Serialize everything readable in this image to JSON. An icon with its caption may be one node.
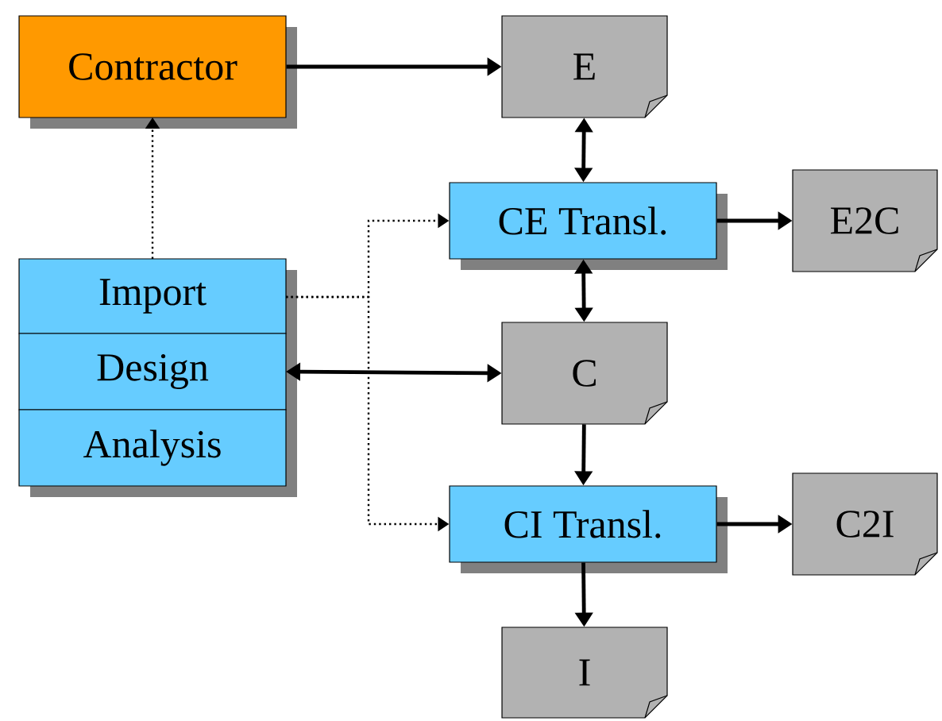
{
  "diagram": {
    "nodes": [
      {
        "text": [
          "Contractor"
        ]
      },
      {
        "text": [
          "E"
        ]
      },
      {
        "text": [
          "CE Transl."
        ]
      },
      {
        "text": [
          "E2C"
        ]
      },
      {
        "text": [
          "Import"
        ]
      },
      {
        "text": [
          "Design"
        ]
      },
      {
        "text": [
          "Analysis"
        ]
      },
      {
        "text": [
          "C"
        ]
      },
      {
        "text": [
          "CI Transl."
        ]
      },
      {
        "text": [
          "C2I"
        ]
      },
      {
        "text": [
          "I"
        ]
      }
    ],
    "edges": [
      {
        "from": 0,
        "to": 1,
        "arrow": "to"
      },
      {
        "from": 1,
        "to": 2,
        "arrow": "both"
      },
      {
        "from": 2,
        "to": 3,
        "arrow": "to"
      },
      {
        "from": 4,
        "to": 0,
        "arrow": "to",
        "style": "dashed"
      },
      {
        "from": 4,
        "to": 2,
        "arrow": "to",
        "style": "dashed"
      },
      {
        "from": 2,
        "to": 7,
        "arrow": "both"
      },
      {
        "from": 5,
        "to": 7,
        "arrow": "both"
      },
      {
        "from": 4,
        "to": 8,
        "arrow": "to",
        "style": "dashed"
      },
      {
        "from": 7,
        "to": 8,
        "arrow": "to"
      },
      {
        "from": 8,
        "to": 9,
        "arrow": "to"
      },
      {
        "from": 8,
        "to": 10,
        "arrow": "to"
      }
    ]
  }
}
